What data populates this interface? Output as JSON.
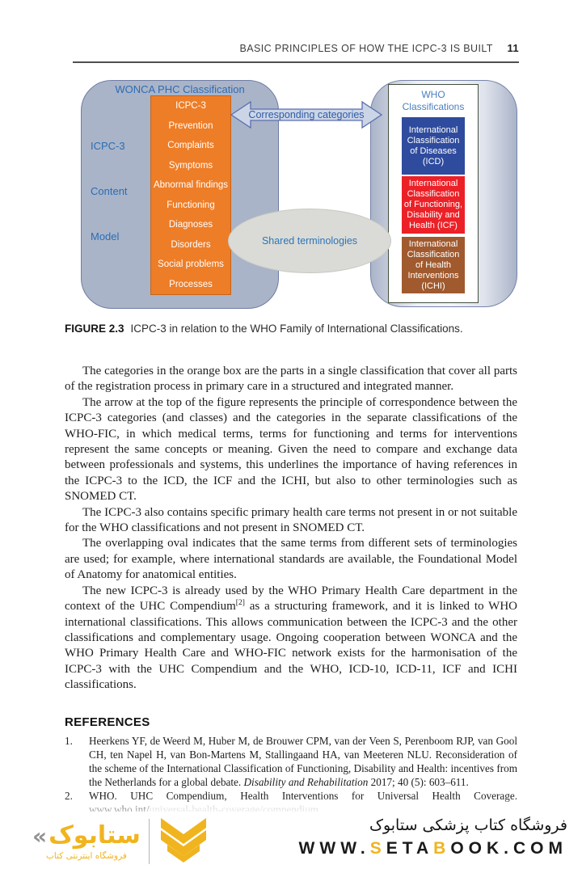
{
  "colors": {
    "gold": "#f0b41e",
    "orange": "#ee7d27",
    "left_box_fill": "#aab4c8",
    "left_box_border": "#6d7ca3",
    "diagram_blue": "#2f6bb3",
    "side_label_blue": "#2a6db5",
    "arrow_fill": "#ccd5e6",
    "arrow_border": "#5a6fb0",
    "arrow_text": "#2f5ca8",
    "oval_fill": "#dadbd6",
    "oval_text": "#2e74b8",
    "icd_blue": "#2e4b9e",
    "icf_red": "#ec2127",
    "ichi_brown": "#a05a2e",
    "who_title_blue": "#4a7ec0",
    "inner_box_border": "#44503f",
    "right_box_border": "#7684ab",
    "body_text": "#1d1d1d"
  },
  "header": {
    "title": "BASIC PRINCIPLES OF HOW THE ICPC-3 IS BUILT",
    "page_number": "11"
  },
  "diagram": {
    "wonca_title": "WONCA PHC Classification",
    "side_labels": [
      "ICPC-3",
      "Content",
      "Model"
    ],
    "orange_items": [
      "ICPC-3",
      "Prevention",
      "Complaints",
      "Symptoms",
      "Abnormal findings",
      "Functioning",
      "Diagnoses",
      "Disorders",
      "Social problems",
      "Processes"
    ],
    "arrow_label": "Corresponding categories",
    "oval_label": "Shared terminologies",
    "who_title_line1": "WHO",
    "who_title_line2": "Classifications",
    "who_items": [
      "International Classification of Diseases (ICD)",
      "International Classification of Functioning, Disability and Health (ICF)",
      "International Classification of Health Interventions (ICHI)"
    ]
  },
  "caption": {
    "label": "FIGURE 2.3",
    "text": "ICPC-3 in relation to the WHO Family of International Classifications."
  },
  "body": {
    "p1": "The categories in the orange box are the parts in a single classification that cover all parts of the registration process in primary care in a structured and integrated manner.",
    "p2": "The arrow at the top of the figure represents the principle of correspondence between the ICPC-3 categories (and classes) and the categories in the separate classifications of the WHO-FIC, in which medical terms, terms for functioning and terms for interventions represent the same concepts or meaning. Given the need to compare and exchange data between professionals and systems, this underlines the importance of having references in the ICPC-3 to the ICD, the ICF and the ICHI, but also to other terminologies such as SNOMED CT.",
    "p3": "The ICPC-3 also contains specific primary health care terms not present in or not suitable for the WHO classifications and not present in SNOMED CT.",
    "p4": "The overlapping oval indicates that the same terms from different sets of terminologies are used; for example, where international standards are available, the Foundational Model of Anatomy for anatomical entities.",
    "p5_before_sup": "The new ICPC-3 is already used by the WHO Primary Health Care department in the context of the UHC Compendium",
    "p5_sup": "[2]",
    "p5_after_sup": " as a structuring framework, and it is linked to WHO international classifications. This allows communication between the ICPC-3 and the other classifications and complementary usage. Ongoing cooperation between WONCA and the WHO Primary Health Care and WHO-FIC network exists for the harmonisation of the ICPC-3 with the UHC Compendium and the WHO, ICD-10, ICD-11, ICF and ICHI classifications."
  },
  "references": {
    "heading": "REFERENCES",
    "item1": {
      "num": "1.",
      "text_before_italic": "Heerkens YF, de Weerd M, Huber M, de Brouwer CPM, van der Veen S, Perenboom RJP, van Gool CH, ten Napel H, van Bon-Martens M, Stallingaand HA, van Meeteren NLU. Reconsideration of the scheme of the International Classification of Functioning, Disability and Health: incentives from the Netherlands for a global debate. ",
      "italic": "Disability and Rehabilitation",
      "text_after_italic": " 2017; 40 (5): 603–611."
    },
    "item2": {
      "num": "2.",
      "text": "WHO. UHC Compendium, Health Interventions for Universal Health Coverage. www.who.int/",
      "faded_continuation": "universal-health-coverage/compendium"
    }
  },
  "footer": {
    "logo_guillemet": "«",
    "logo_wordmark": "ستابوک",
    "logo_tagline": "فروشگاه اینترنتی کتاب",
    "store_name": "فروشگاه کتاب پزشکی ستابوک",
    "url": {
      "part1": "WWW.",
      "gold1": "S",
      "part2": "ETA",
      "gold2": "B",
      "part3": "OOK.COM"
    }
  }
}
